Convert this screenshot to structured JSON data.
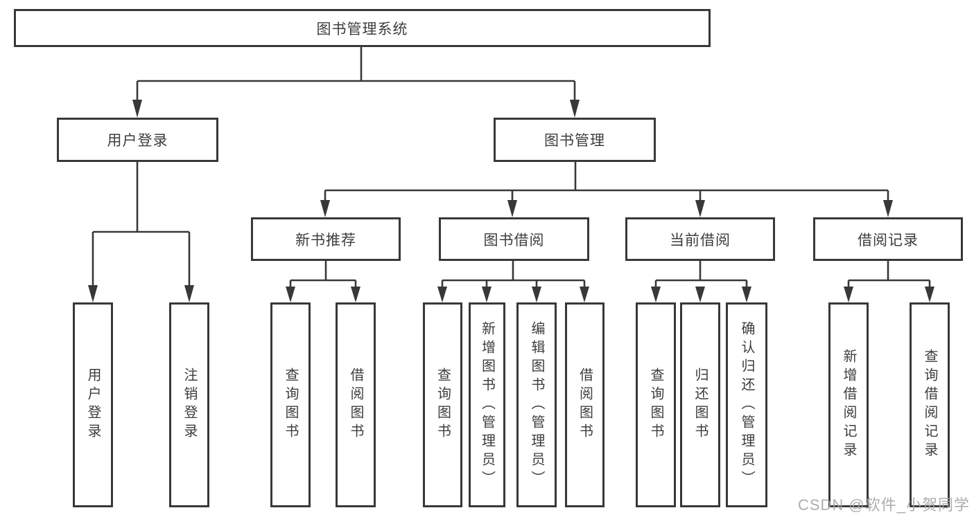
{
  "diagram": {
    "root": {
      "label": "图书管理系统"
    },
    "user_login": {
      "label": "用户登录",
      "children": [
        {
          "label": "用户登录"
        },
        {
          "label": "注销登录"
        }
      ]
    },
    "book_management": {
      "label": "图书管理",
      "children": {
        "new_book": {
          "label": "新书推荐",
          "children": [
            {
              "label": "查询图书"
            },
            {
              "label": "借阅图书"
            }
          ]
        },
        "book_borrow": {
          "label": "图书借阅",
          "children": [
            {
              "label": "查询图书"
            },
            {
              "label": "新增图书（管理员）"
            },
            {
              "label": "编辑图书（管理员）"
            },
            {
              "label": "借阅图书"
            }
          ]
        },
        "current_borrow": {
          "label": "当前借阅",
          "children": [
            {
              "label": "查询图书"
            },
            {
              "label": "归还图书"
            },
            {
              "label": "确认归还（管理员）"
            }
          ]
        },
        "borrow_records": {
          "label": "借阅记录",
          "children": [
            {
              "label": "新增借阅记录"
            },
            {
              "label": "查询借阅记录"
            }
          ]
        }
      }
    }
  },
  "watermark": {
    "text": "CSDN @软件_小贺同学"
  },
  "colors": {
    "line": "#383838",
    "box_border": "#383838",
    "text": "#3d3d3d",
    "watermark": "#a4a4a4",
    "background": "#ffffff"
  }
}
